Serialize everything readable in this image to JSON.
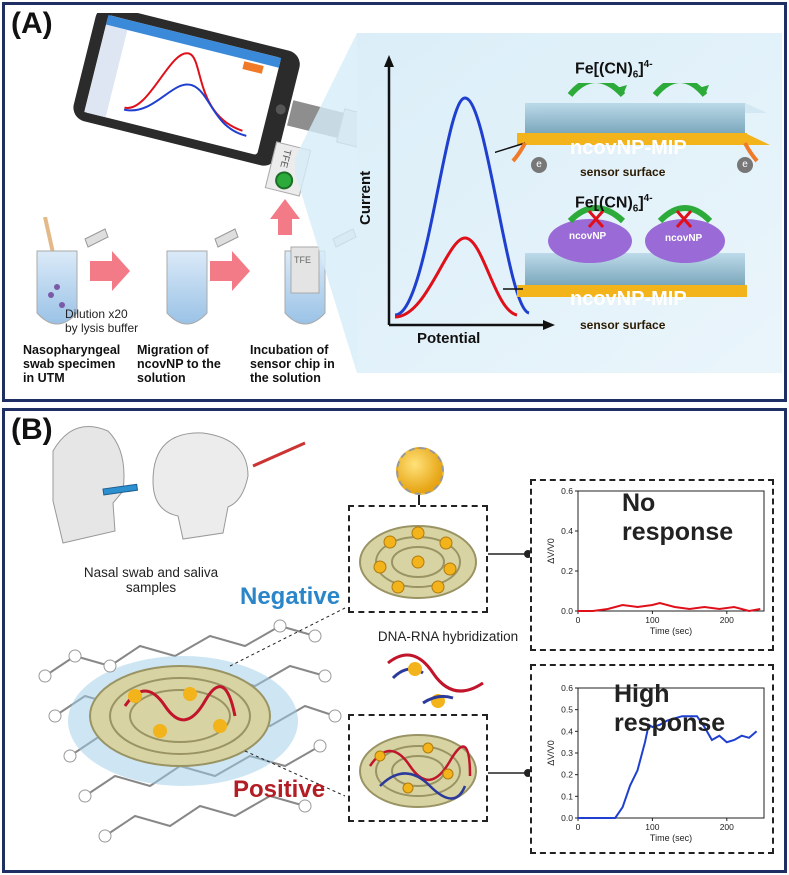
{
  "panel_a": {
    "label": "(A)",
    "steps": [
      {
        "caption_lines": [
          "Nasopharyngeal",
          "swab specimen",
          "in UTM"
        ]
      },
      {
        "caption_lines": [
          "Migration of",
          "ncovNP to the",
          "solution"
        ]
      },
      {
        "caption_lines": [
          "Incubation of",
          "sensor chip in",
          "the solution"
        ]
      }
    ],
    "dilution_lines": [
      "Dilution x20",
      "by lysis buffer"
    ],
    "tube_label": "TFE",
    "device_label": "TFE",
    "plot": {
      "xlabel": "Potential",
      "ylabel": "Current"
    },
    "probe_top": "Fe[(CN)",
    "probe_sub": "6",
    "probe_sup": "4-",
    "layer_label": "ncovNP-MIP",
    "surface_label": "sensor surface",
    "electron": "e",
    "ncovnp_label": "ncovNP",
    "colors": {
      "blue": "#1f3fcf",
      "red": "#e0101a",
      "navy": "#1f2f63",
      "gold": "#f2b31b",
      "teal": "#6f9fb5"
    }
  },
  "panel_b": {
    "label": "(B)",
    "samples_note_lines": [
      "Nasal swab and saliva",
      "samples"
    ],
    "negative": "Negative",
    "positive": "Positive",
    "hybridization": "DNA-RNA hybridization",
    "no_response": "No response",
    "high_response": "High response"
  },
  "chart_data": [
    {
      "type": "line",
      "title": "No response",
      "xlabel": "Time (sec)",
      "ylabel": "ΔV/V0",
      "xlim": [
        0,
        250
      ],
      "ylim": [
        0,
        0.6
      ],
      "xticks": [
        0,
        100,
        200
      ],
      "yticks": [
        0.0,
        0.2,
        0.4,
        0.6
      ],
      "series": [
        {
          "color": "#e0101a",
          "x": [
            0,
            20,
            40,
            60,
            80,
            100,
            110,
            130,
            150,
            170,
            190,
            210,
            230,
            245
          ],
          "y": [
            0.0,
            0.0,
            0.01,
            0.03,
            0.02,
            0.03,
            0.04,
            0.02,
            0.01,
            0.02,
            0.01,
            0.02,
            0.0,
            0.01
          ]
        }
      ]
    },
    {
      "type": "line",
      "title": "High response",
      "xlabel": "Time (sec)",
      "ylabel": "ΔV/V0",
      "xlim": [
        0,
        250
      ],
      "ylim": [
        0,
        0.6
      ],
      "xticks": [
        0,
        100,
        200
      ],
      "yticks": [
        0.0,
        0.1,
        0.2,
        0.3,
        0.4,
        0.5,
        0.6
      ],
      "series": [
        {
          "color": "#1f3fcf",
          "x": [
            0,
            50,
            60,
            70,
            80,
            90,
            95,
            100,
            110,
            120,
            130,
            140,
            150,
            160,
            170,
            180,
            190,
            200,
            210,
            220,
            230,
            240
          ],
          "y": [
            0.0,
            0.0,
            0.05,
            0.15,
            0.22,
            0.35,
            0.43,
            0.42,
            0.43,
            0.45,
            0.46,
            0.47,
            0.47,
            0.47,
            0.42,
            0.36,
            0.38,
            0.35,
            0.36,
            0.38,
            0.37,
            0.4
          ]
        }
      ]
    }
  ]
}
